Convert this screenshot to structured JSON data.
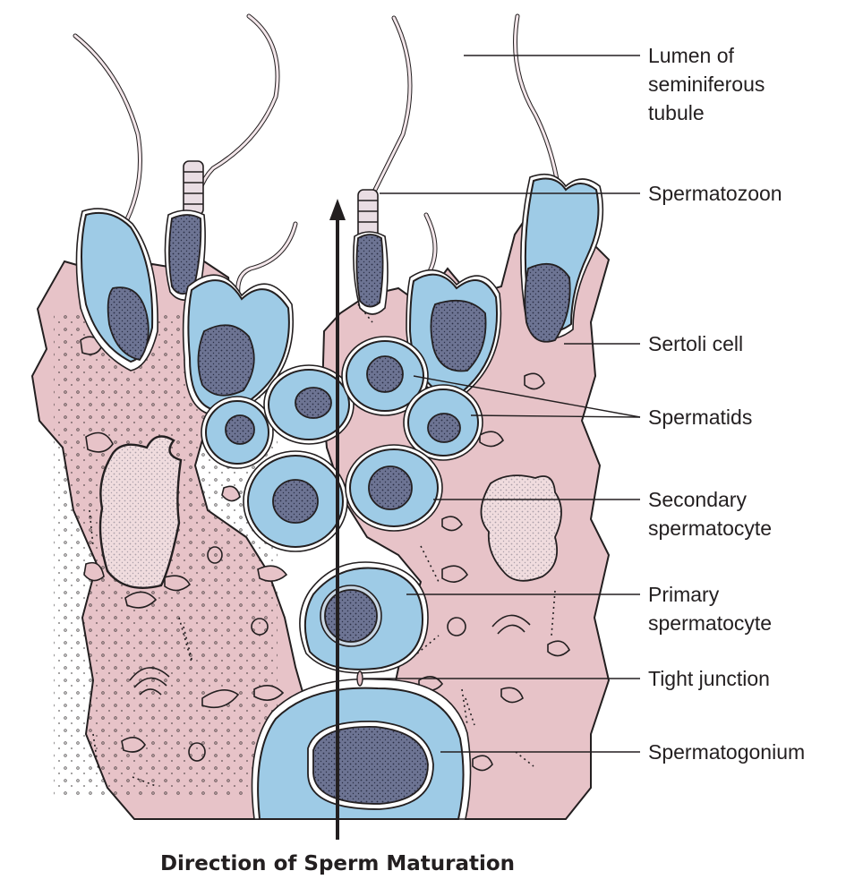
{
  "labels": {
    "lumen": [
      "Lumen of",
      "seminiferous",
      "tubule"
    ],
    "spermatozoon": "Spermatozoon",
    "sertoli": "Sertoli cell",
    "spermatids": "Spermatids",
    "secondary": [
      "Secondary",
      "spermatocyte"
    ],
    "primary": [
      "Primary",
      "spermatocyte"
    ],
    "tight_junction": "Tight junction",
    "spermatogonium": "Spermatogonium"
  },
  "caption": "Direction of Sperm Maturation",
  "colors": {
    "sertoli_cytoplasm": "#e7c3c8",
    "germ_cell": "#9ecbe6",
    "nucleus": "#6d7493",
    "outline": "#231f20"
  }
}
